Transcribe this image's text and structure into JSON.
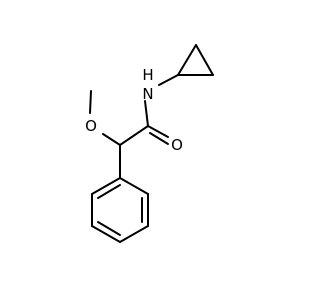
{
  "molecule": {
    "atoms": {
      "nitrogen": "N",
      "hydrogen": "H",
      "carbonyl_oxygen": "O",
      "ether_oxygen": "O"
    }
  }
}
